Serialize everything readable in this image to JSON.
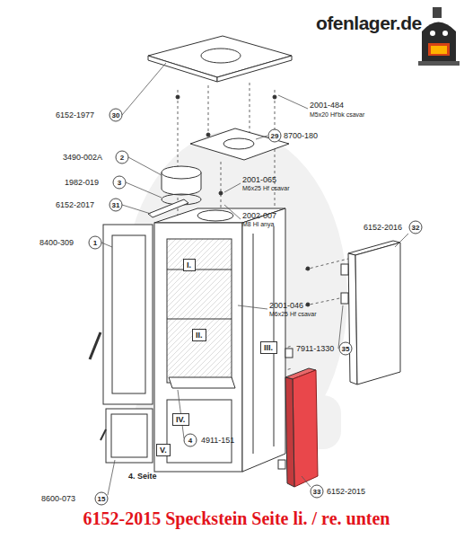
{
  "diagram": {
    "caption": "6152-2015 Speckstein Seite li. / re. unten",
    "nodes": [
      {
        "text": [
          "I."
        ]
      },
      {
        "text": [
          "II."
        ]
      },
      {
        "text": [
          "III."
        ]
      },
      {
        "text": [
          "IV."
        ]
      },
      {
        "text": [
          "V."
        ]
      }
    ],
    "labels": [
      "ofenlager.de",
      "6152-1977",
      "30",
      "2001-484",
      "M5x20 Hf'bk csavar",
      "29",
      "8700-180",
      "3490-002A",
      "2",
      "2001-065",
      "M6x25 Hf csavar",
      "1982-019",
      "3",
      "2002-007",
      "M8 Hl anya",
      "6152-2017",
      "31",
      "8400-309",
      "1",
      "6152-2016",
      "32",
      "2001-046",
      "M6x25 Hf csavar",
      "7911-1330",
      "35",
      "8600-073",
      "15",
      "4",
      "4911-151",
      "4. Seite",
      "33",
      "6152-2015"
    ]
  }
}
